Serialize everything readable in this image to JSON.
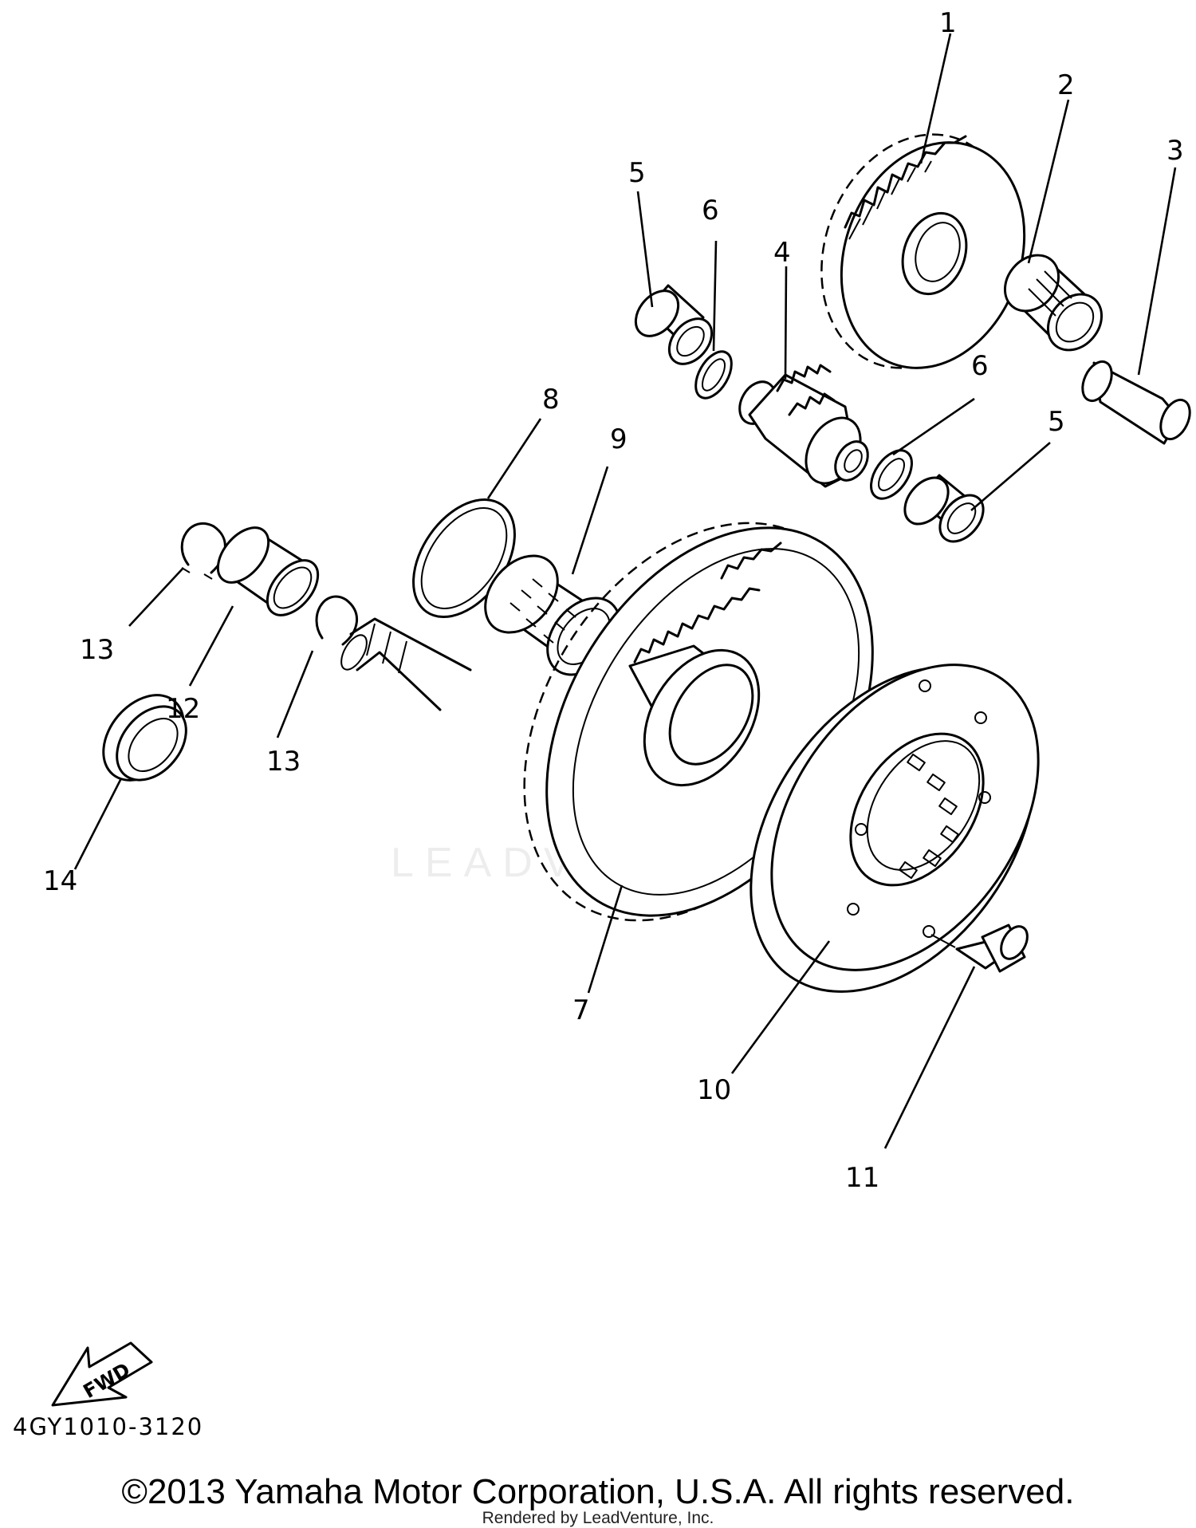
{
  "diagram": {
    "callouts": [
      {
        "id": "1",
        "text": "1"
      },
      {
        "id": "2",
        "text": "2"
      },
      {
        "id": "3",
        "text": "3"
      },
      {
        "id": "4",
        "text": "4"
      },
      {
        "id": "5a",
        "text": "5"
      },
      {
        "id": "5b",
        "text": "5"
      },
      {
        "id": "6a",
        "text": "6"
      },
      {
        "id": "6b",
        "text": "6"
      },
      {
        "id": "7",
        "text": "7"
      },
      {
        "id": "8",
        "text": "8"
      },
      {
        "id": "9",
        "text": "9"
      },
      {
        "id": "10",
        "text": "10"
      },
      {
        "id": "11",
        "text": "11"
      },
      {
        "id": "12",
        "text": "12"
      },
      {
        "id": "13a",
        "text": "13"
      },
      {
        "id": "13b",
        "text": "13"
      },
      {
        "id": "14",
        "text": "14"
      }
    ],
    "fwd_label": "FWD",
    "doc_code": "4GY1010-3120",
    "copyright": "©2013 Yamaha Motor Corporation, U.S.A. All rights reserved.",
    "rendered_by": "Rendered by LeadVenture, Inc.",
    "watermark": "LEADVENTURE"
  }
}
